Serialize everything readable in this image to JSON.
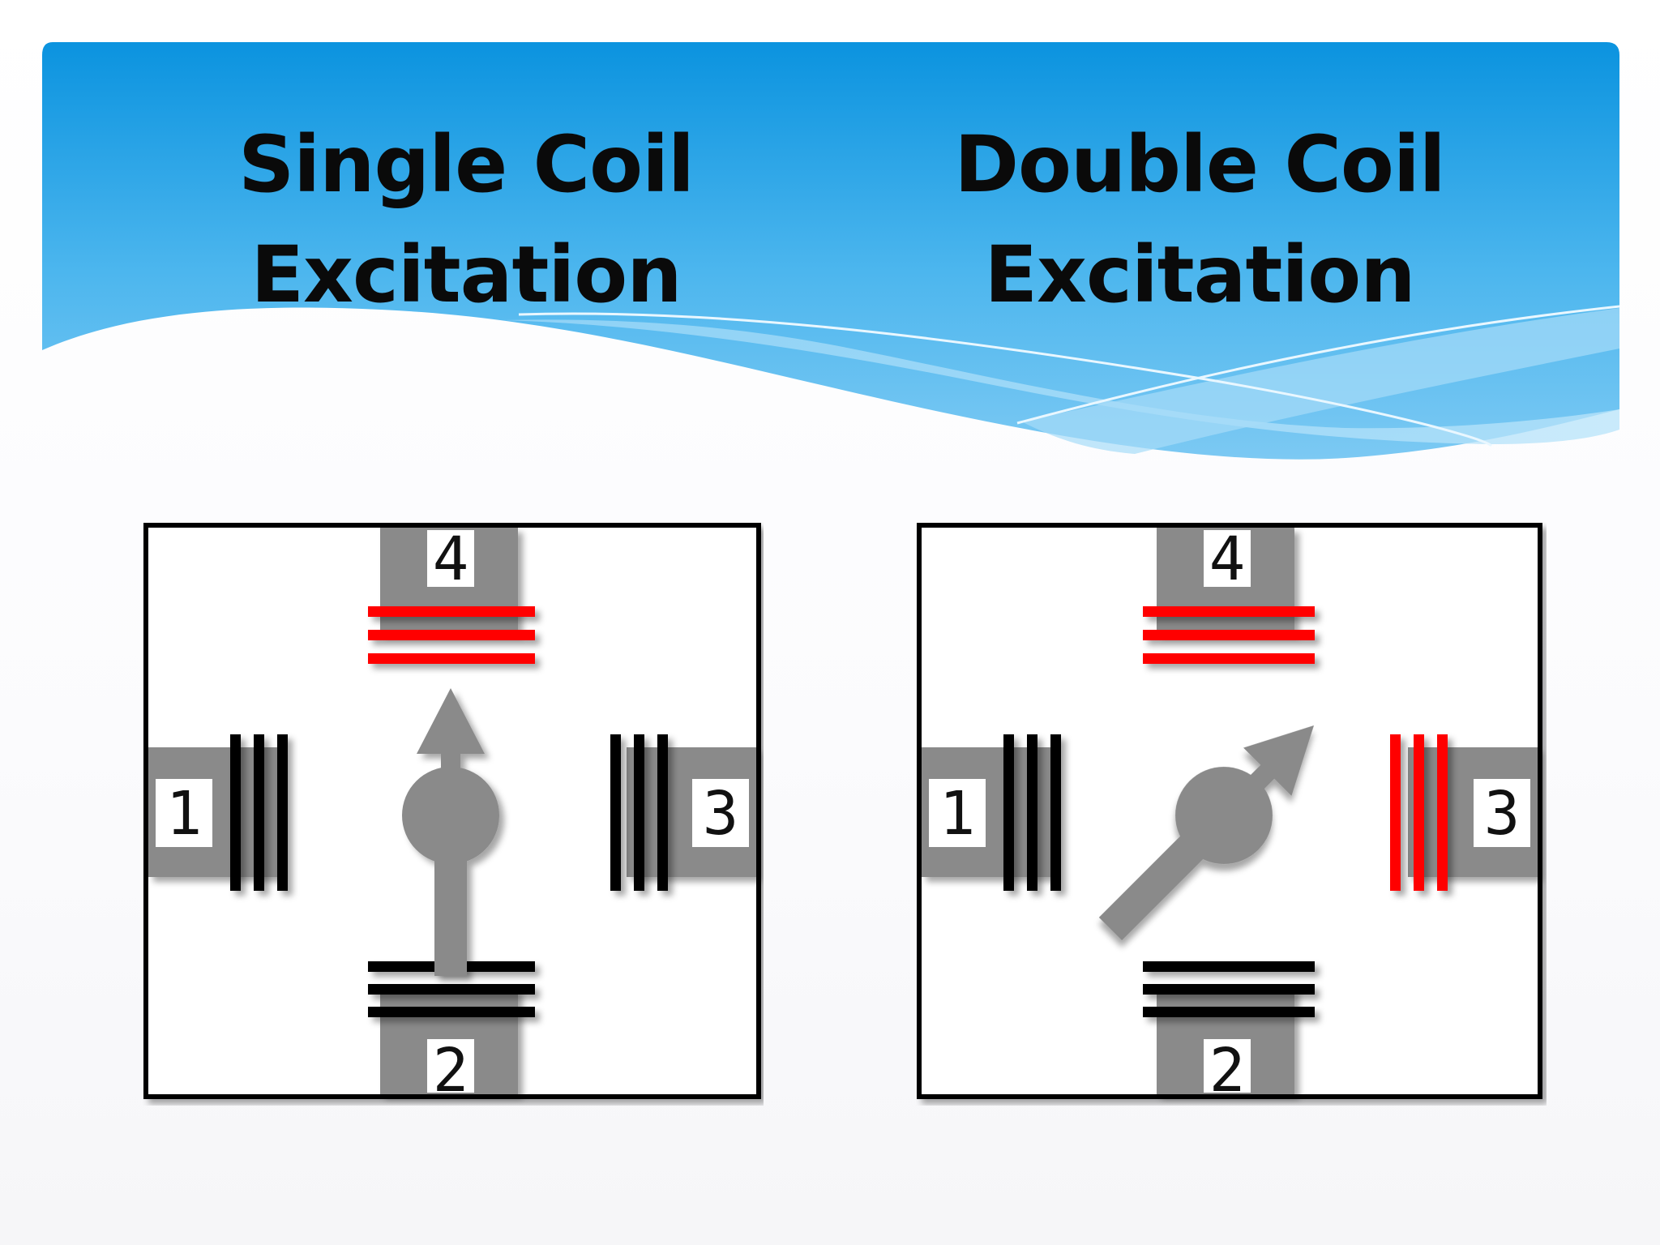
{
  "slide": {
    "left_title": {
      "line1": "Single Coil",
      "line2": "Excitation"
    },
    "right_title": {
      "line1": "Double Coil",
      "line2": "Excitation"
    }
  },
  "diagrams": [
    {
      "name": "single-coil",
      "coil_labels": {
        "top": "4",
        "bottom": "2",
        "left": "1",
        "right": "3"
      },
      "energized_coils": [
        "4"
      ],
      "rotor_direction": "up"
    },
    {
      "name": "double-coil",
      "coil_labels": {
        "top": "4",
        "bottom": "2",
        "left": "1",
        "right": "3"
      },
      "energized_coils": [
        "4",
        "3"
      ],
      "rotor_direction": "up-right"
    }
  ],
  "colors": {
    "header_blue": "#0f9ae0",
    "header_light": "#8fd2f6",
    "energized": "#ff0000",
    "winding": "#000000",
    "core": "#8a8a8a"
  },
  "icons": [
    "rotor-arrow-icon",
    "coil-winding-icon"
  ]
}
